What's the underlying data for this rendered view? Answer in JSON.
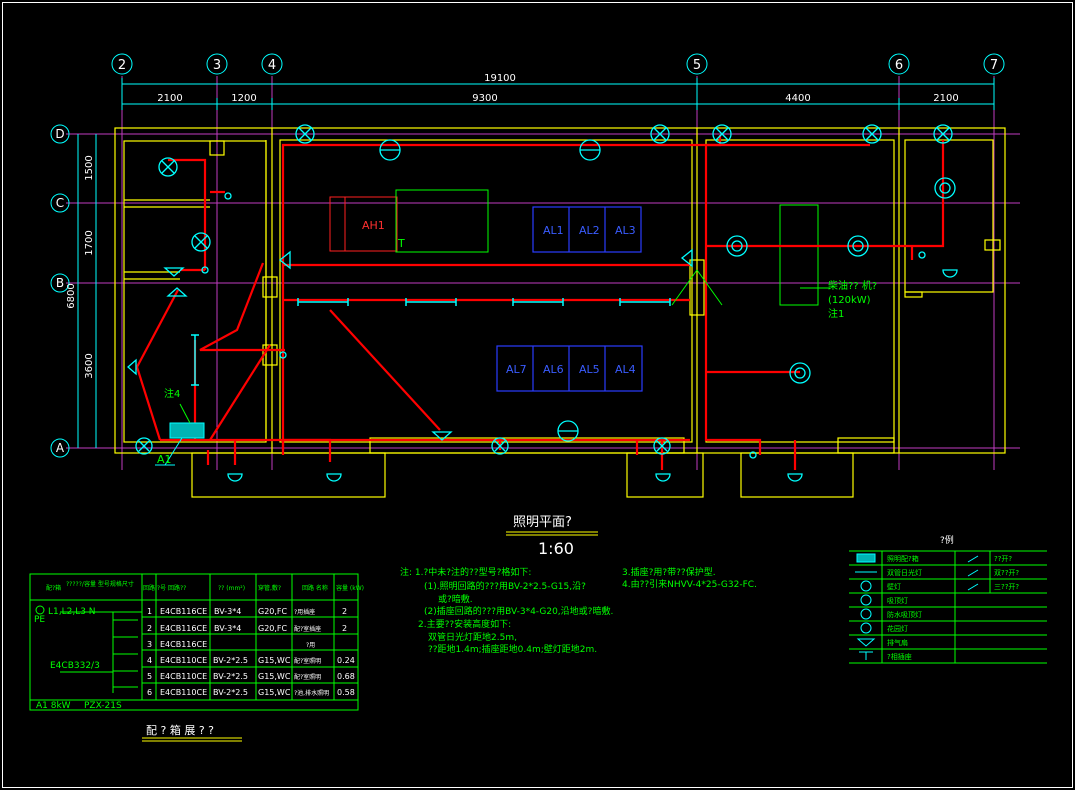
{
  "grid": {
    "columns": [
      "2",
      "3",
      "4",
      "5",
      "6",
      "7"
    ],
    "rows": [
      "D",
      "C",
      "B",
      "A"
    ],
    "top_dims": [
      "2100",
      "1200",
      "9300",
      "4400",
      "2100"
    ],
    "total_dim": "19100",
    "left_dims": [
      "1500",
      "1700",
      "3600"
    ],
    "left_total": "6800"
  },
  "plan": {
    "panels_top": [
      "AL1",
      "AL2",
      "AL3"
    ],
    "panels_bottom": [
      "AL7",
      "AL6",
      "AL5",
      "AL4"
    ],
    "ah1": "AH1",
    "transformer_mark": "T",
    "generator_label": "柴油?? 机?",
    "generator_power": "(120kW)",
    "generator_note": "注1",
    "note4": "注4",
    "a1_label": "A1"
  },
  "title": {
    "main": "照明平面?",
    "scale": "1:60"
  },
  "notes": {
    "lines": [
      "注:  1.?中未?注的??型号?格如下:",
      "(1).照明回路的???用BV-2*2.5-G15,沿?",
      "或?暗敷.",
      "(2)插座回路的???用BV-3*4-G20,沿地或?暗敷.",
      "2.主要??安装高度如下:",
      "双管日光灯距地2.5m,",
      "??距地1.4m;插座距地0.4m;壁灯距地2m."
    ],
    "lines_right": [
      "3.插座?用?带??保护型.",
      "4.由??引来NHVV-4*25-G32-FC."
    ]
  },
  "schedule": {
    "headers": {
      "col1": "配?箱",
      "col2": "?????/容量 型号规格尺寸",
      "col3": "回路 ?号",
      "col4": "回路??",
      "col5": "?? (mm²)",
      "col6": "穿管,敷?",
      "col7": "回路 名称",
      "col8": "容量 (kW)"
    },
    "bus_label": "L1,L2,L3 N",
    "pe_label": "PE",
    "main_breaker": "E4CB332/3",
    "rows": [
      {
        "no": "1",
        "breaker": "E4CB116CE",
        "wire": "BV-3*4",
        "pipe": "G20,FC",
        "name": "?用插座",
        "kw": "2"
      },
      {
        "no": "2",
        "breaker": "E4CB116CE",
        "wire": "BV-3*4",
        "pipe": "G20,FC",
        "name": "配?室插座",
        "kw": "2"
      },
      {
        "no": "3",
        "breaker": "E4CB116CE",
        "wire": "",
        "pipe": "",
        "name": "?用",
        "kw": ""
      },
      {
        "no": "4",
        "breaker": "E4CB110CE",
        "wire": "BV-2*2.5",
        "pipe": "G15,WC",
        "name": "配?室照明",
        "kw": "0.24"
      },
      {
        "no": "5",
        "breaker": "E4CB110CE",
        "wire": "BV-2*2.5",
        "pipe": "G15,WC",
        "name": "配?室照明",
        "kw": "0.68"
      },
      {
        "no": "6",
        "breaker": "E4CB110CE",
        "wire": "BV-2*2.5",
        "pipe": "G15,WC",
        "name": "?池,排水照明",
        "kw": "0.58"
      }
    ],
    "footer_left": "A1  8kW",
    "footer_right": "PZX-21S",
    "caption": "配 ? 箱 展 ? ?"
  },
  "legend": {
    "title": "?例",
    "left_items": [
      "照明配?箱",
      "双管日光灯",
      "壁灯",
      "吸顶灯",
      "防水吸顶灯",
      "花园灯",
      "排气扇",
      "?相插座"
    ],
    "right_items": [
      "??开?",
      "双??开?",
      "三??开?"
    ]
  },
  "colors": {
    "background": "#000000",
    "wall": "#ffff00",
    "wire": "#ff0000",
    "grid": "#ff00ff",
    "dimension": "#00ffff",
    "text": "#00ff00",
    "panel": "#0000ff"
  }
}
